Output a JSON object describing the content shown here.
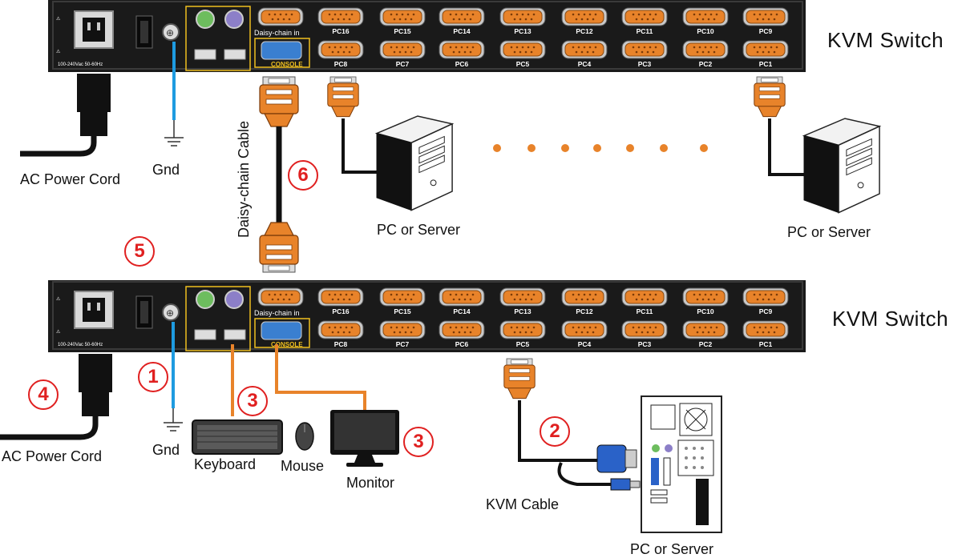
{
  "switch_title": "KVM  Switch",
  "switch_title_2": "KVM Switch",
  "port_labels_top": [
    "PC16",
    "PC15",
    "PC14",
    "PC13",
    "PC12",
    "PC11",
    "PC10",
    "PC9"
  ],
  "port_labels_bottom": [
    "PC8",
    "PC7",
    "PC6",
    "PC5",
    "PC4",
    "PC3",
    "PC2",
    "PC1"
  ],
  "daisy_chain_in": "Daisy-chain in",
  "console": "CONSOLE",
  "voltage": "100-240Vac  50-60Hz",
  "labels": {
    "ac_power_cord": "AC Power Cord",
    "gnd": "Gnd",
    "daisy_chain_cable": "Daisy-chain Cable",
    "pc_or_server": "PC or Server",
    "keyboard": "Keyboard",
    "mouse": "Mouse",
    "monitor": "Monitor",
    "kvm_cable": "KVM Cable"
  },
  "steps": [
    "1",
    "2",
    "3",
    "3",
    "4",
    "5",
    "6"
  ],
  "colors": {
    "orange": "#e8832a",
    "red": "#e02020",
    "cable_blue": "#1e9be0",
    "panel": "#1a1a1a"
  }
}
